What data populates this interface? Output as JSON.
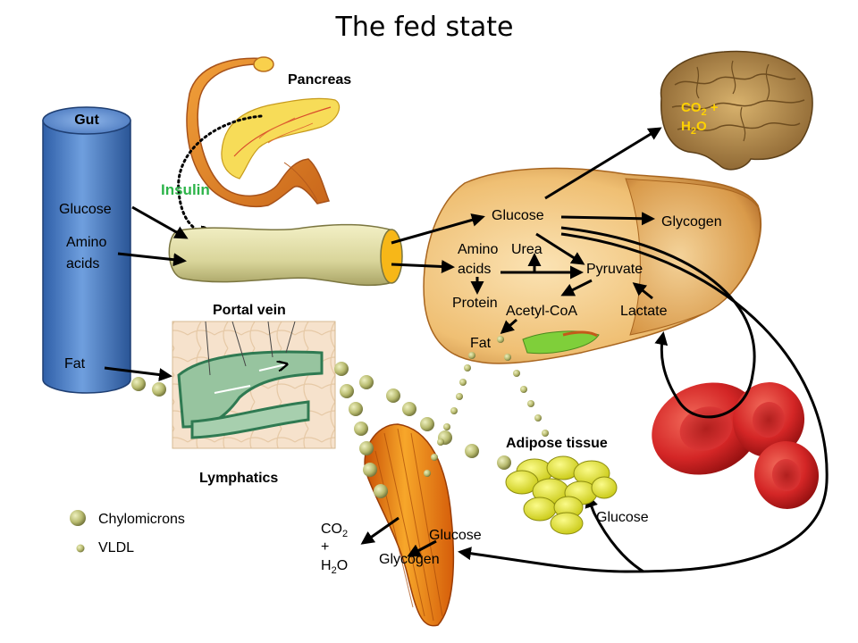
{
  "title": "The fed state",
  "organs": {
    "gut": "Gut",
    "pancreas": "Pancreas",
    "portal_vein": "Portal vein",
    "lymphatics": "Lymphatics",
    "adipose": "Adipose tissue"
  },
  "gut_items": {
    "glucose": "Glucose",
    "amino_1": "Amino",
    "amino_2": "acids",
    "fat": "Fat"
  },
  "insulin": "Insulin",
  "liver": {
    "glucose": "Glucose",
    "glycogen": "Glycogen",
    "amino_1": "Amino",
    "amino_2": "acids",
    "urea": "Urea",
    "pyruvate": "Pyruvate",
    "protein": "Protein",
    "acetyl_coa": "Acetyl-CoA",
    "lactate": "Lactate",
    "fat": "Fat"
  },
  "brain": {
    "co2": "CO",
    "co2_sub": "2",
    "plus": "+",
    "h2o_h": "H",
    "h2o_sub": "2",
    "h2o_o": "O"
  },
  "muscle": {
    "co2": "CO",
    "co2_sub": "2",
    "plus": "+",
    "h2o_h": "H",
    "h2o_sub": "2",
    "h2o_o": "O",
    "glucose": "Glucose",
    "glycogen": "Glycogen"
  },
  "adipose_glucose": "Glucose",
  "legend": {
    "chylomicrons": "Chylomicrons",
    "vldl": "VLDL"
  },
  "colors": {
    "gut": "#4f81c7",
    "insulin": "#2db44a",
    "liver": "#d9a24a",
    "brain_text": "#ffd200",
    "rbc": "#cc1f1f",
    "adipocyte": "#e6e619",
    "particle": "#b5b86a"
  }
}
